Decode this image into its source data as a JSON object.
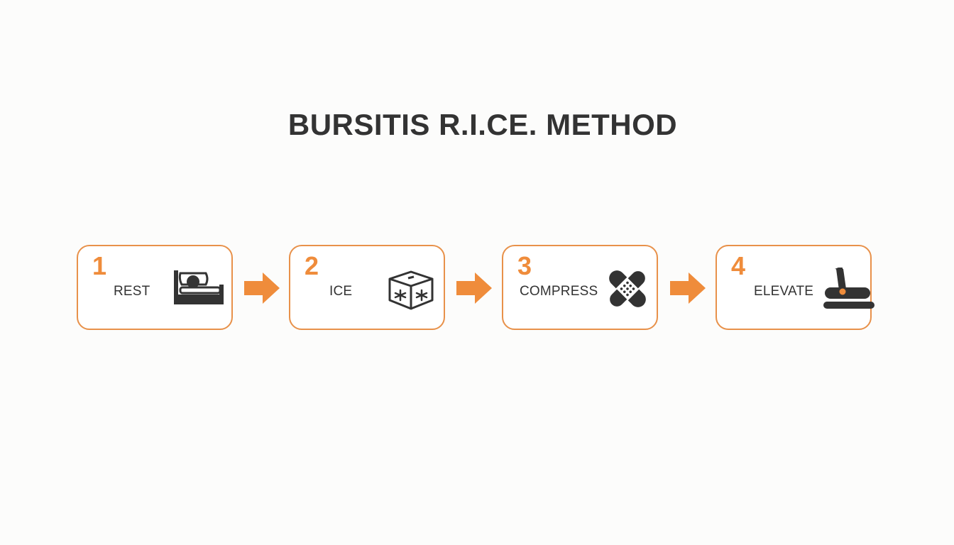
{
  "title": "BURSITIS R.I.CE. METHOD",
  "accent_color": "#ef8c3b",
  "text_color": "#333333",
  "steps": [
    {
      "number": "1",
      "label": "REST",
      "icon": "bed-icon"
    },
    {
      "number": "2",
      "label": "ICE",
      "icon": "ice-cube-icon"
    },
    {
      "number": "3",
      "label": "COMPRESS",
      "icon": "bandage-icon"
    },
    {
      "number": "4",
      "label": "ELEVATE",
      "icon": "elevated-leg-icon"
    }
  ]
}
